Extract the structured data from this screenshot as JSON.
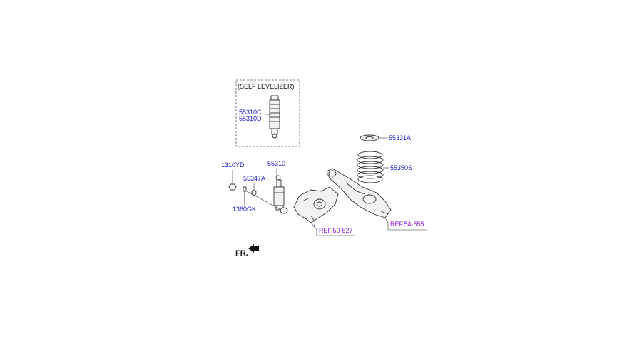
{
  "box_title": "(SELF LEVELIZER)",
  "parts": {
    "p55310C": "55310C",
    "p55310D": "55310D",
    "p55331A": "55331A",
    "p55350S": "55350S",
    "p1310YD": "1310YD",
    "p55310": "55310",
    "p55347A": "55347A",
    "p1360GK": "1360GK"
  },
  "refs": {
    "ref_a": "REF.50-527",
    "ref_b": "REF.54-555"
  },
  "front_label": "FR.",
  "colors": {
    "part_label": "#1a1ad0",
    "ref_label": "#8a1fd6",
    "line": "#333333"
  }
}
